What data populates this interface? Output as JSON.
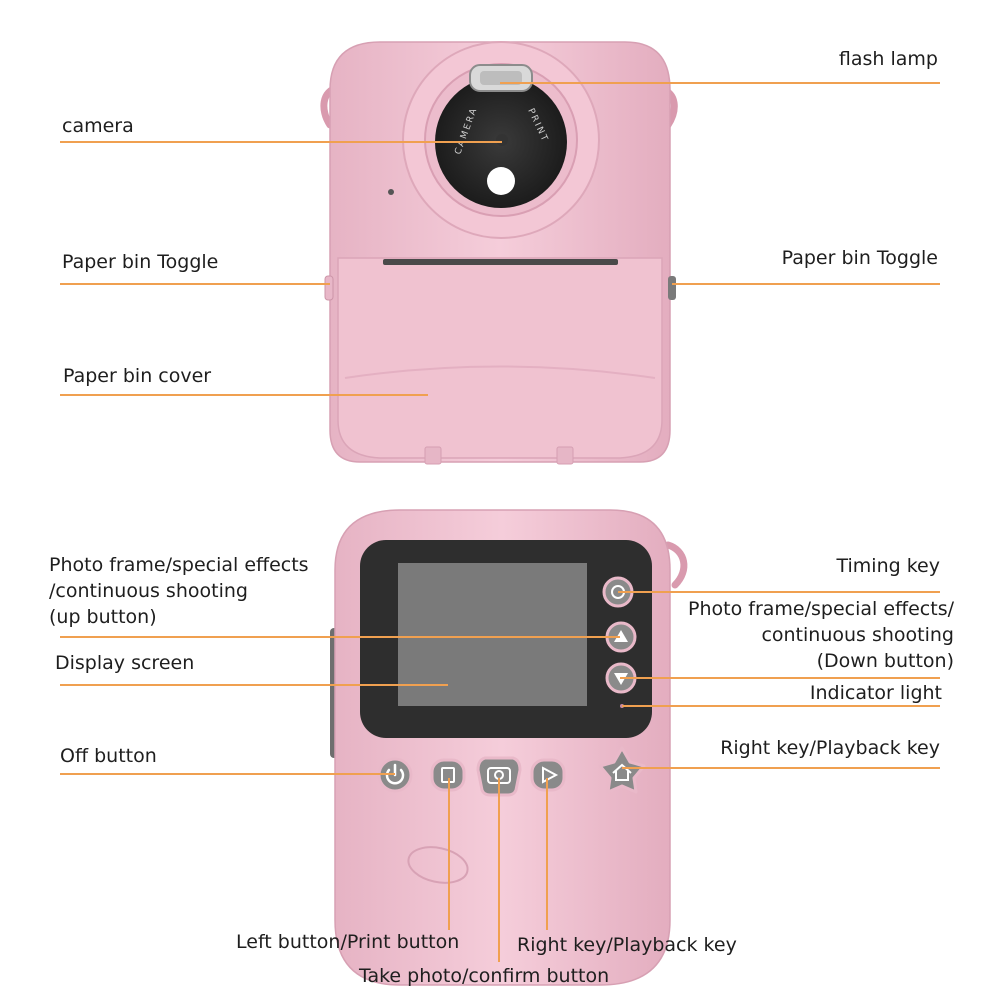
{
  "colors": {
    "leader_line": "#f0a050",
    "body_pink": "#f2c6d3",
    "body_shade": "#e3adbf",
    "screen_bezel": "#2e2e2e",
    "screen": "#777777",
    "button_gray": "#8a8a8a"
  },
  "lens_text": {
    "left": "CAMERA",
    "right": "PRINT"
  },
  "labels": {
    "flash_lamp": "flash lamp",
    "camera": "camera",
    "paper_bin_toggle_left": "Paper bin Toggle",
    "paper_bin_toggle_right": "Paper bin Toggle",
    "paper_bin_cover": "Paper bin cover",
    "up_button": "Photo frame/special effects\n/continuous shooting\n(up button)",
    "timing_key": "Timing key",
    "down_button": "Photo frame/special effects/\ncontinuous shooting\n(Down button)",
    "display_screen": "Display screen",
    "indicator_light": "Indicator light",
    "off_button": "Off button",
    "home_key": "Right key/Playback key",
    "left_print_button": "Left button/Print button",
    "right_playback_key": "Right key/Playback key",
    "take_photo_button": "Take photo/confirm button"
  }
}
